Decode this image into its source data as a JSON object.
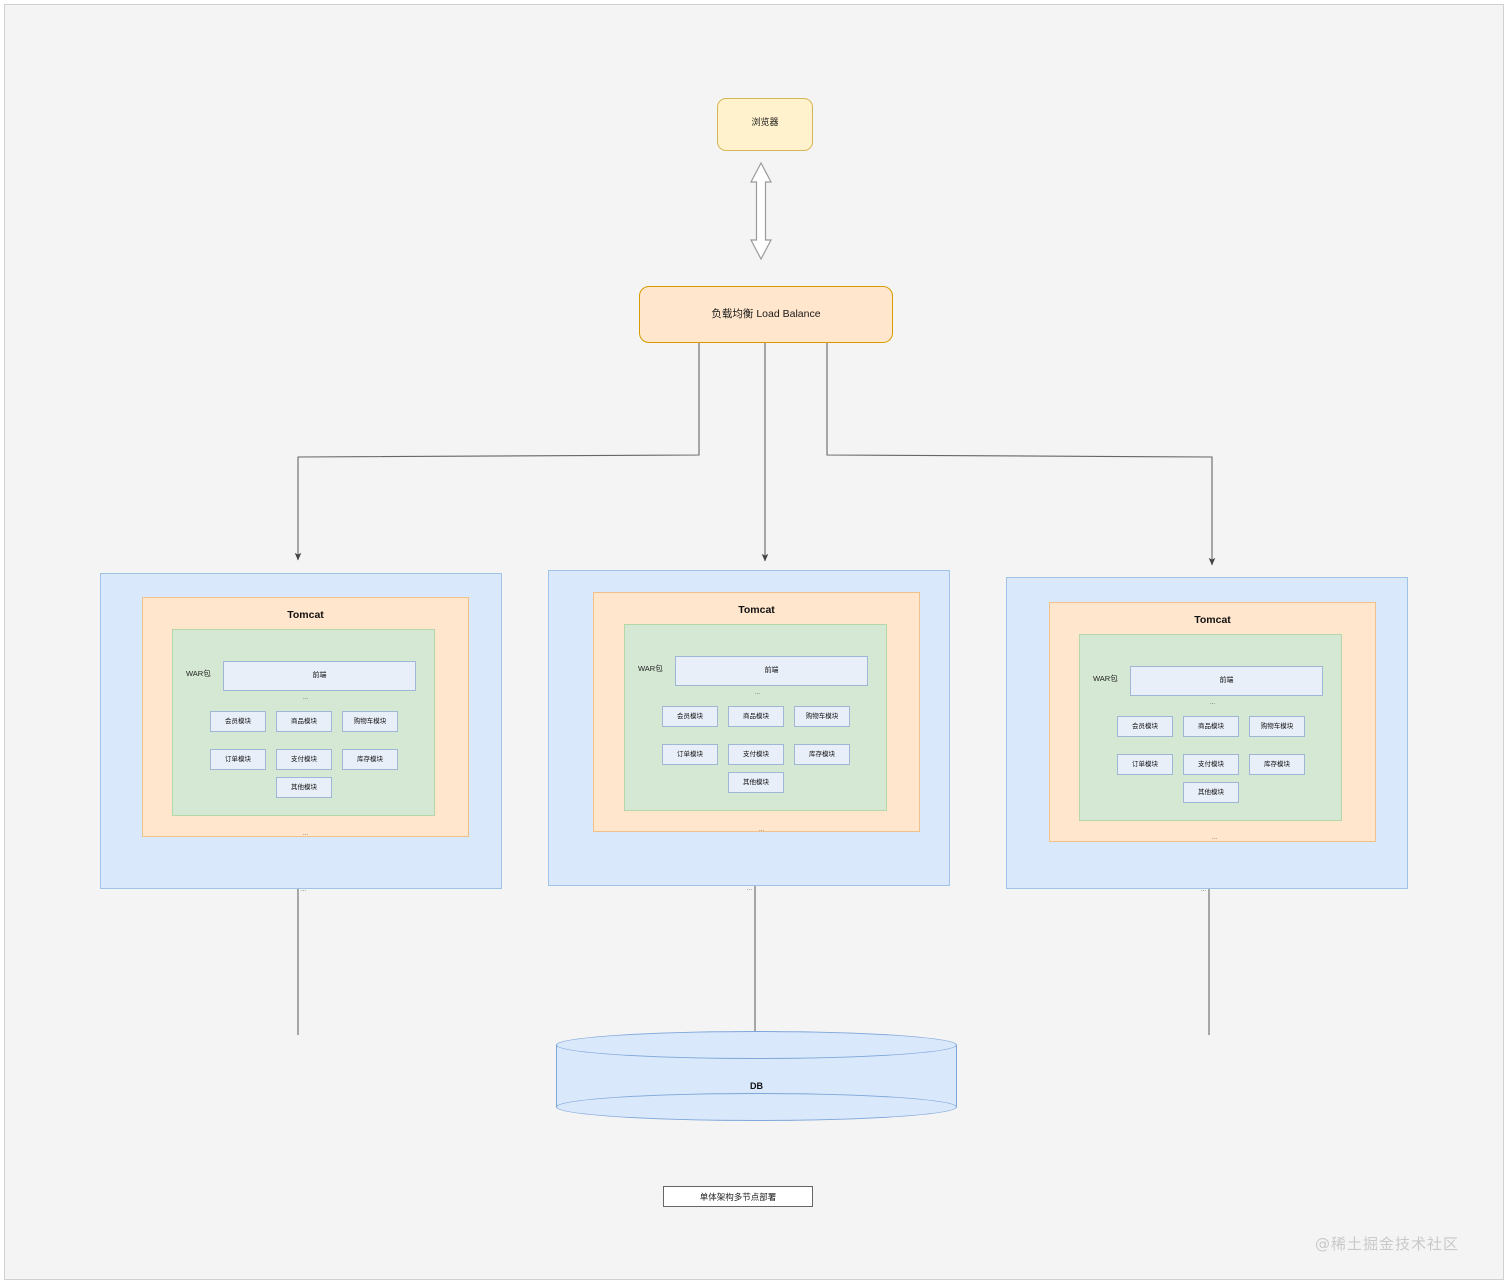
{
  "diagram": {
    "caption": "单体架构多节点部署",
    "watermark": "@稀土掘金技术社区",
    "background": "#f4f4f4"
  },
  "client": {
    "browser_label": "浏览器",
    "fill": "#fff2cc",
    "stroke": "#d6b656"
  },
  "load_balancer": {
    "label": "负载均衡 Load Balance",
    "fill": "#ffe6cc",
    "stroke": "#d79b00"
  },
  "database": {
    "label": "DB",
    "fill": "#dae8fc",
    "stroke": "#7ea6d9"
  },
  "colors": {
    "server_fill": "#dae8fc",
    "server_stroke": "#9ec3e6",
    "tomcat_fill": "#ffe6cc",
    "tomcat_stroke": "#f0c28a",
    "war_fill": "#d5e8d4",
    "war_stroke": "#b6d7a8",
    "module_fill": "#e9eff9",
    "module_stroke": "#9fb6d4",
    "connector": "#666666"
  },
  "servers": [
    {
      "tomcat_title": "Tomcat",
      "war_tag": "WAR包",
      "frontend_label": "前端",
      "separator": "...",
      "modules": [
        "会员模块",
        "商品模块",
        "购物车模块",
        "订单模块",
        "支付模块",
        "库存模块",
        "其他模块"
      ]
    },
    {
      "tomcat_title": "Tomcat",
      "war_tag": "WAR包",
      "frontend_label": "前端",
      "separator": "...",
      "modules": [
        "会员模块",
        "商品模块",
        "购物车模块",
        "订单模块",
        "支付模块",
        "库存模块",
        "其他模块"
      ]
    },
    {
      "tomcat_title": "Tomcat",
      "war_tag": "WAR包",
      "frontend_label": "前端",
      "separator": "...",
      "modules": [
        "会员模块",
        "商品模块",
        "购物车模块",
        "订单模块",
        "支付模块",
        "库存模块",
        "其他模块"
      ]
    }
  ],
  "connector_labels": {
    "db_link": "..."
  }
}
